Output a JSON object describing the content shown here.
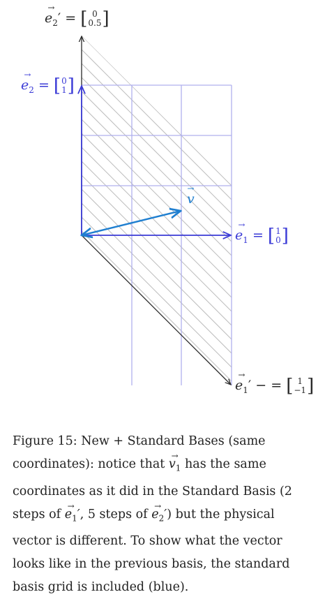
{
  "labels": {
    "e2_prime": {
      "name": "e",
      "sub": "2",
      "prime": "′",
      "eq": "=",
      "top": "0",
      "bottom": "0.5"
    },
    "e2": {
      "name": "e",
      "sub": "2",
      "eq": "=",
      "top": "0",
      "bottom": "1"
    },
    "e1": {
      "name": "e",
      "sub": "1",
      "eq": "=",
      "top": "1",
      "bottom": "0"
    },
    "e1_prime": {
      "name": "e",
      "sub": "1",
      "prime": "′",
      "eq": "− =",
      "top": "1",
      "bottom": "−1"
    },
    "v": {
      "name": "v"
    }
  },
  "colors": {
    "standard_basis": "#3a3ad6",
    "standard_grid": "#b0b0ee",
    "new_grid": "#bdbdbd",
    "new_basis": "#2a2a2a",
    "vector": "#1f7fd0"
  },
  "caption": {
    "p1": "Figure 15: New + Standard Bases (same coordinates): notice that ",
    "v1_name": "v",
    "v1_sub": "1",
    "p2": " has the same coordinates as it did in the Standard Basis (2 steps of ",
    "e1_name": "e",
    "e1_sub": "1",
    "e1_prime": "′",
    "p3": ", 5 steps of ",
    "e2_name": "e",
    "e2_sub": "2",
    "e2_prime": "′",
    "p4": ") but the physical vector is different. To show what the vector looks like in the previous basis, the standard basis grid is included (blue)."
  }
}
